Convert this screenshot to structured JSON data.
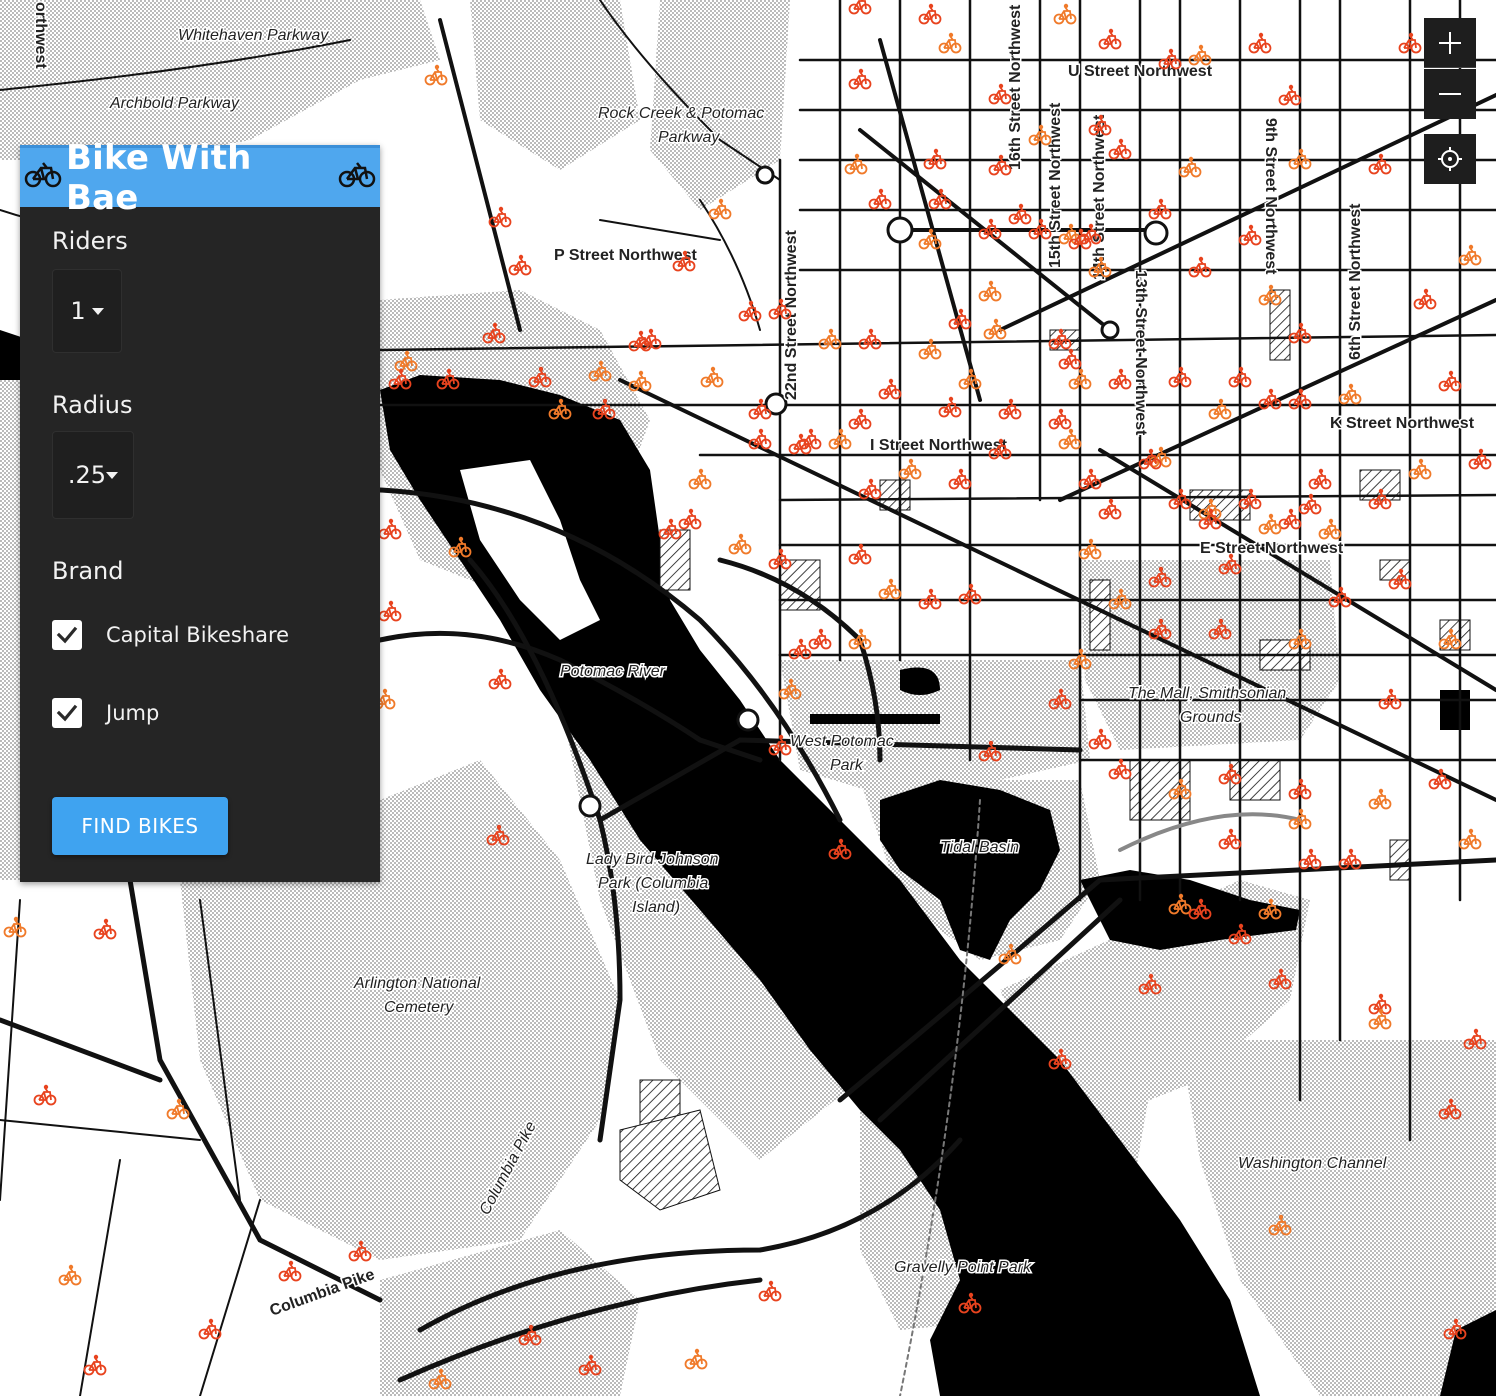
{
  "app": {
    "title": "Bike With Bae",
    "title_icon": "bicycle-icon"
  },
  "form": {
    "riders": {
      "label": "Riders",
      "value": "1"
    },
    "radius": {
      "label": "Radius",
      "value": ".25"
    },
    "brand": {
      "label": "Brand",
      "options": [
        {
          "label": "Capital Bikeshare",
          "checked": true
        },
        {
          "label": "Jump",
          "checked": true
        }
      ]
    },
    "submit_label": "FIND BIKES"
  },
  "map_controls": {
    "zoom_in": "plus-icon",
    "zoom_out": "minus-icon",
    "locate": "crosshair-icon"
  },
  "map": {
    "labels": {
      "whitehaven": "Whitehaven Parkway",
      "archbold": "Archbold Parkway",
      "rock_creek": "Rock Creek & Potomac",
      "rock_creek_2": "Parkway",
      "p_street": "P Street Northwest",
      "u_street": "U Street Northwest",
      "street_22": "22nd Street Northwest",
      "street_16": "16th Street Northwest",
      "street_15": "15th Street Northwest",
      "street_14": "14th Street Northwest",
      "street_13": "13th Street Northwest",
      "street_9": "9th Street Northwest",
      "street_6": "6th Street Northwest",
      "k_street": "K Street Northwest",
      "i_street": "I Street Northwest",
      "e_street": "E Street Northwest",
      "potomac_river": "Potomac River",
      "mall_1": "The Mall, Smithsonian",
      "mall_2": "Grounds",
      "west_potomac_1": "West Potomac",
      "west_potomac_2": "Park",
      "tidal_basin": "Tidal Basin",
      "lady_bird_1": "Lady Bird Johnson",
      "lady_bird_2": "Park (Columbia",
      "lady_bird_3": "Island)",
      "arlington_1": "Arlington National",
      "arlington_2": "Cemetery",
      "columbia_pike_1": "Columbia Pike",
      "columbia_pike_2": "Columbia Pike",
      "washington_channel": "Washington Channel",
      "gravelly_point": "Gravelly Point Park",
      "northwest_edge": "orthwest"
    },
    "colors": {
      "water": "#000000",
      "land": "#ffffff",
      "park_dots": "#9a9a9a",
      "road": "#111111",
      "bike_capital": "#e8431e",
      "bike_jump": "#f07a2a"
    }
  }
}
